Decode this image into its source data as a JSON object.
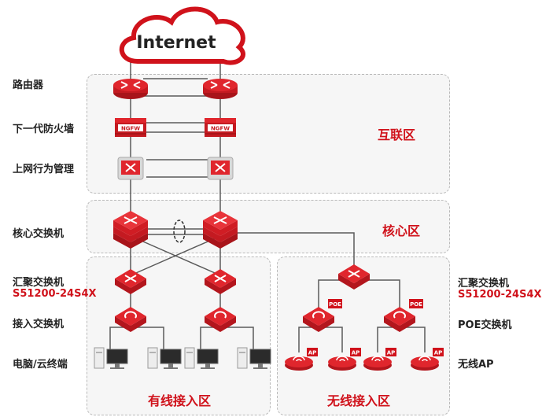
{
  "cloud_label": "Internet",
  "zones": {
    "internet_zone": "互联区",
    "core_zone": "核心区",
    "wired_zone": "有线接入区",
    "wireless_zone": "无线接入区"
  },
  "left_labels": {
    "router": "路由器",
    "firewall": "下一代防火墙",
    "behavior": "上网行为管理",
    "core": "核心交换机",
    "agg": "汇聚交换机",
    "agg_model": "S51200-24S4X",
    "access": "接入交换机",
    "terminal": "电脑/云终端"
  },
  "right_labels": {
    "agg": "汇聚交换机",
    "agg_model": "S51200-24S4X",
    "poe": "POE交换机",
    "ap": "无线AP"
  },
  "device_badges": {
    "firewall": "NGFW",
    "poe": "POE",
    "ap": "AP"
  },
  "colors": {
    "brand_red": "#d0121b",
    "device_red": "#e0262d",
    "line": "#5a5a5a",
    "zone_bg": "#f6f6f6"
  }
}
